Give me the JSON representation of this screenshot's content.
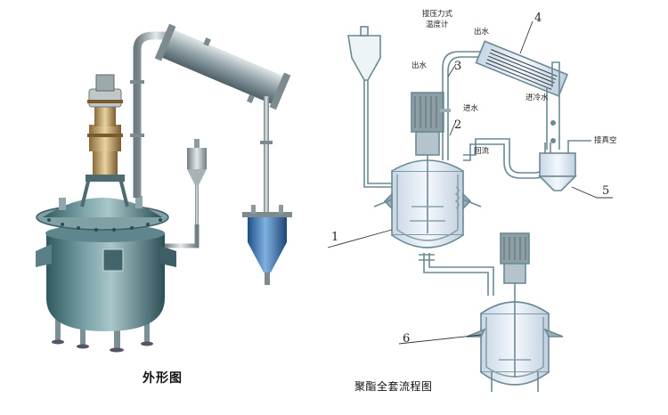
{
  "captions": {
    "left": "外形图",
    "right": "聚酯全套流程图"
  },
  "labels": {
    "thermometer": [
      "接压力式",
      "温度计"
    ],
    "water_out_top": "出水",
    "water_out_left": "出水",
    "water_in": "进水",
    "cooling_in": "进冷水",
    "reflux": "回流",
    "vacuum": "接真空"
  },
  "numbers": [
    "1",
    "2",
    "3",
    "4",
    "5",
    "6"
  ],
  "colors": {
    "vessel_dark": "#3f6b73",
    "vessel_mid": "#6f9aa0",
    "vessel_light": "#c9dde0",
    "metal": "#a8b4b8",
    "receiver_blue": "#3b78b8",
    "motor_tan": "#c8a56a",
    "line": "#6a8a94",
    "fluid": "#e6eef6"
  }
}
